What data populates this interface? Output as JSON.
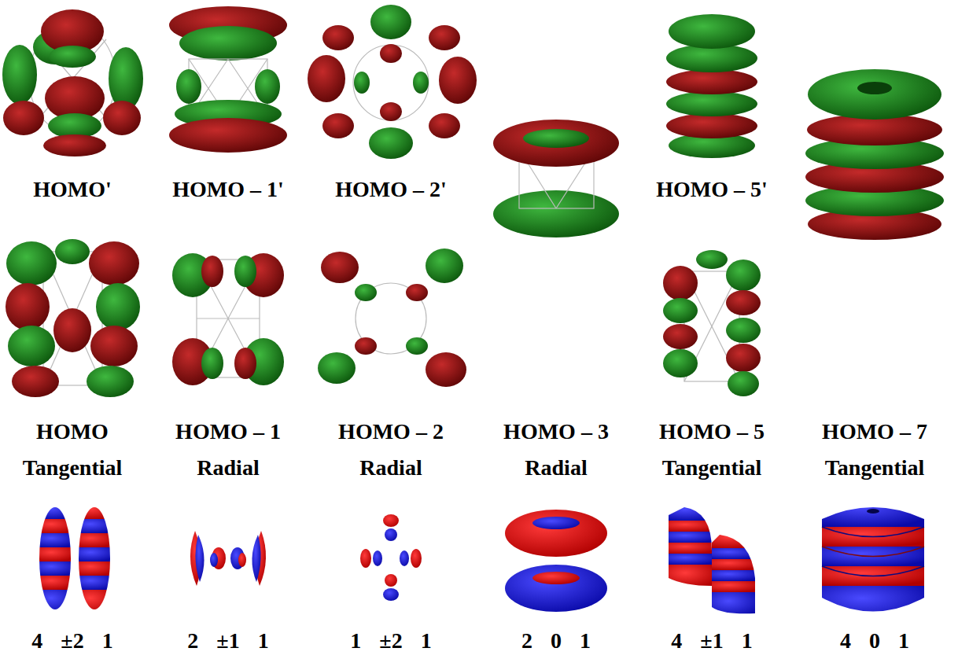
{
  "diagram": {
    "labels": [
      "HOMO'",
      "HOMO – 1'",
      "HOMO – 2'",
      "HOMO – 5'",
      "HOMO",
      "HOMO – 1",
      "HOMO – 2",
      "HOMO – 3",
      "HOMO – 5",
      "HOMO – 7",
      "Tangential",
      "Radial",
      "Radial",
      "Radial",
      "Tangential",
      "Tangential",
      "4 ±2 1",
      "2 ±1 1",
      "1 ±2 1",
      "2 0 1",
      "4 ±1 1",
      "4 0 1"
    ]
  }
}
